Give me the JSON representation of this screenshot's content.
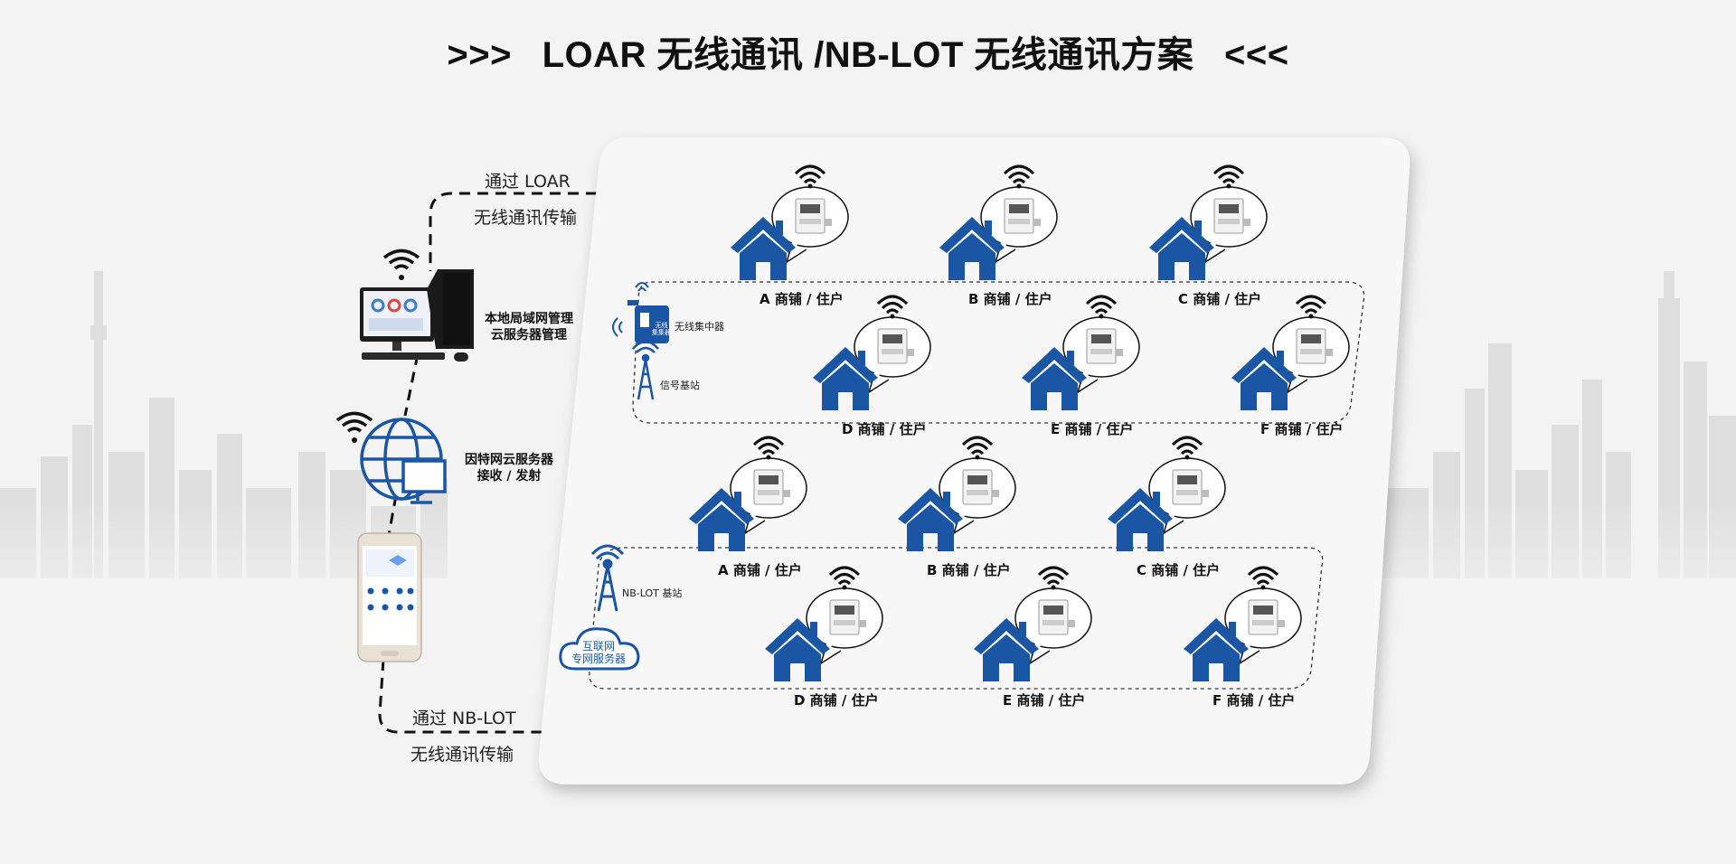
{
  "title": {
    "left": ">>>",
    "main": "LOAR 无线通讯 /NB-LOT 无线通讯方案",
    "right": "<<<"
  },
  "links": {
    "top_line1": "通过 LOAR",
    "top_line2": "无线通讯传输",
    "bottom_line1": "通过 NB-LOT",
    "bottom_line2": "无线通讯传输"
  },
  "devices": {
    "pc_label_1": "本地局域网管理",
    "pc_label_2": "云服务器管理",
    "cloud_server_1": "因特网云服务器",
    "cloud_server_2": "接收 / 发射",
    "concentrator": "无线集中器",
    "concentrator_badge_1": "无线",
    "concentrator_badge_2": "集集器",
    "base_station": "信号基站",
    "nb_base_station": "NB-LOT 基站",
    "internet_cloud_1": "互联网",
    "internet_cloud_2": "专网服务器"
  },
  "lora_homes": [
    {
      "label": "A 商铺 / 住户"
    },
    {
      "label": "B 商铺 / 住户"
    },
    {
      "label": "C 商铺 / 住户"
    },
    {
      "label": "D 商铺 / 住户"
    },
    {
      "label": "E 商铺 / 住户"
    },
    {
      "label": "F 商铺 / 住户"
    }
  ],
  "nb_homes": [
    {
      "label": "A 商铺 / 住户"
    },
    {
      "label": "B 商铺 / 住户"
    },
    {
      "label": "C 商铺 / 住户"
    },
    {
      "label": "D 商铺 / 住户"
    },
    {
      "label": "E 商铺 / 住户"
    },
    {
      "label": "F 商铺 / 住户"
    }
  ],
  "colors": {
    "brand_blue": "#1a56a4",
    "panel_bg": "#f7f7f7",
    "page_bg": "#f3f3f3",
    "skyline": "#dcdcdc"
  }
}
